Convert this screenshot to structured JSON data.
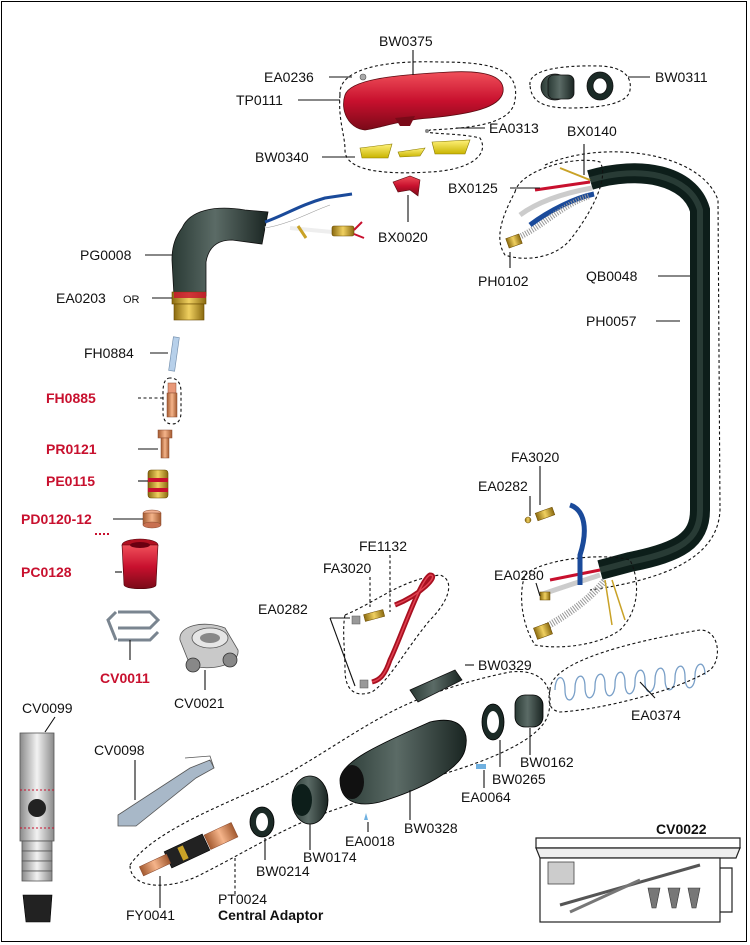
{
  "colors": {
    "accent_red": "#c8102e",
    "hose": "#1f3a33",
    "brass": "#c9a227",
    "copper": "#d98b5f"
  },
  "labels": {
    "BW0375": "BW0375",
    "EA0236": "EA0236",
    "TP0111": "TP0111",
    "BW0311": "BW0311",
    "EA0313": "EA0313",
    "BX0140": "BX0140",
    "BW0340": "BW0340",
    "BX0125": "BX0125",
    "BX0020": "BX0020",
    "PG0008": "PG0008",
    "PH0102": "PH0102",
    "QB0048": "QB0048",
    "EA0203": "EA0203",
    "OR": "OR",
    "PH0057": "PH0057",
    "FH0884": "FH0884",
    "FH0885": "FH0885",
    "PR0121": "PR0121",
    "PE0115": "PE0115",
    "PD0120_12": "PD0120-12",
    "PC0128": "PC0128",
    "FA3020_a": "FA3020",
    "EA0282_a": "EA0282",
    "FE1132": "FE1132",
    "FA3020_b": "FA3020",
    "EA0280": "EA0280",
    "EA0282_b": "EA0282",
    "BW0329": "BW0329",
    "CV0011": "CV0011",
    "CV0021": "CV0021",
    "CV0099": "CV0099",
    "EA0374": "EA0374",
    "CV0098": "CV0098",
    "BW0162": "BW0162",
    "BW0265": "BW0265",
    "EA0064": "EA0064",
    "BW0328": "BW0328",
    "EA0018": "EA0018",
    "BW0174": "BW0174",
    "BW0214": "BW0214",
    "CV0022": "CV0022",
    "PT0024": "PT0024",
    "central_adaptor": "Central Adaptor",
    "FY0041": "FY0041"
  }
}
